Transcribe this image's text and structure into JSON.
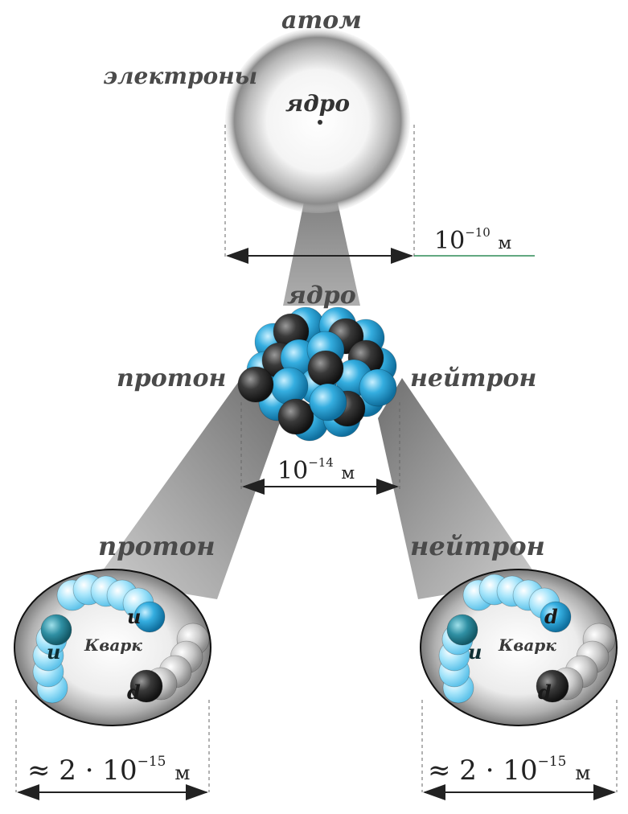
{
  "labels": {
    "atom": "атом",
    "electrons": "электроны",
    "nucleus_top": "ядро",
    "nucleus_mid": "ядро",
    "proton_mid": "протон",
    "neutron_mid": "нейтрон",
    "proton_bottom": "протон",
    "neutron_bottom": "нейтрон",
    "quark_left": "Кварк",
    "quark_right": "Кварк",
    "quark_left_u_top": "u",
    "quark_left_u_side": "u",
    "quark_left_d": "d",
    "quark_right_d_top": "d",
    "quark_right_u_side": "u",
    "quark_right_d_bottom": "d"
  },
  "scales": {
    "atom": {
      "base": "10",
      "exp": "−10",
      "unit": "м"
    },
    "nucleus": {
      "base": "10",
      "exp": "−14",
      "unit": "м"
    },
    "proton": {
      "prefix": "≈ 2 · 10",
      "exp": "−15",
      "unit": "м"
    },
    "neutron": {
      "prefix": "≈ 2 · 10",
      "exp": "−15",
      "unit": "м"
    }
  },
  "colors": {
    "proton_sphere": "#2a2a2a",
    "neutron_sphere": "#35aee0",
    "beam": "#8a8a8a",
    "scale_line": "#2e8b57"
  }
}
